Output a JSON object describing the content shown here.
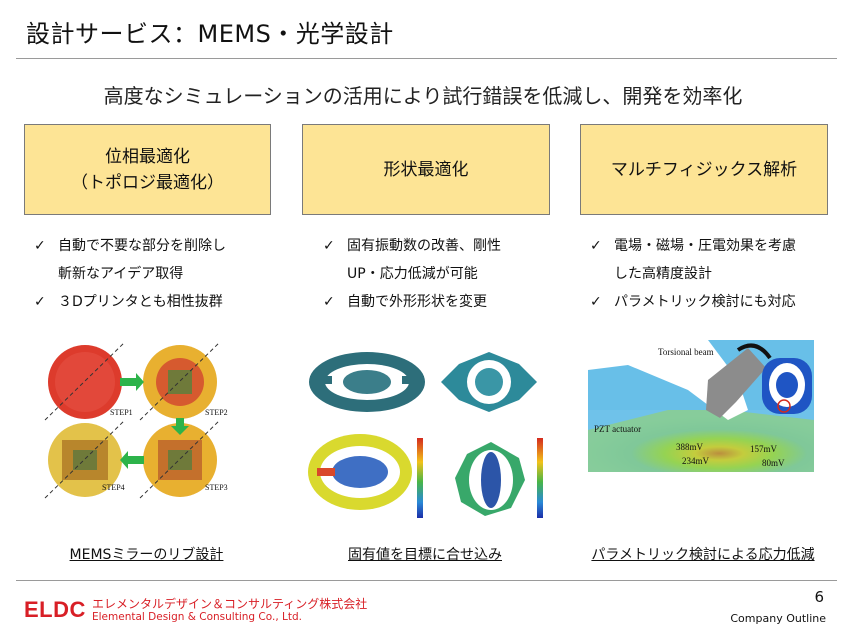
{
  "header": {
    "title": "設計サービス：MEMS・光学設計"
  },
  "subtitle": "高度なシミュレーションの活用により試行錯誤を低減し、開発を効率化",
  "columns": [
    {
      "heading_lines": [
        "位相最適化",
        "（トポロジ最適化）"
      ],
      "bullets": [
        {
          "lines": [
            "自動で不要な部分を削除し",
            "斬新なアイデア取得"
          ]
        },
        {
          "lines": [
            "３Dプリンタとも相性抜群"
          ]
        }
      ],
      "figure": {
        "steps": [
          "STEP1",
          "STEP2",
          "STEP4",
          "STEP3"
        ]
      },
      "caption": "MEMSミラーのリブ設計"
    },
    {
      "heading_lines": [
        "形状最適化"
      ],
      "bullets": [
        {
          "lines": [
            "固有振動数の改善、剛性",
            "UP・応力低減が可能"
          ]
        },
        {
          "lines": [
            "自動で外形形状を変更"
          ]
        }
      ],
      "caption": "固有値を目標に合せ込み"
    },
    {
      "heading_lines": [
        "マルチフィジックス解析"
      ],
      "bullets": [
        {
          "lines": [
            "電場・磁場・圧電効果を考慮",
            "した高精度設計"
          ]
        },
        {
          "lines": [
            "パラメトリック検討にも対応"
          ]
        }
      ],
      "figure": {
        "labels": {
          "torsional": "Torsional beam",
          "pzt": "PZT actuator",
          "v388": "388mV",
          "v234": "234mV",
          "v157": "157mV",
          "v80": "80mV"
        }
      },
      "caption": "パラメトリック検討による応力低減"
    }
  ],
  "footer": {
    "logo": "ELDC",
    "company_jp": "エレメンタルデザイン＆コンサルティング株式会社",
    "company_en": "Elemental Design & Consulting Co., Ltd.",
    "page_number": "6",
    "outline": "Company Outline"
  },
  "icons": {
    "bullet": "✓"
  },
  "colors": {
    "heading_box": "#fde495",
    "logo_red": "#d81f26"
  }
}
